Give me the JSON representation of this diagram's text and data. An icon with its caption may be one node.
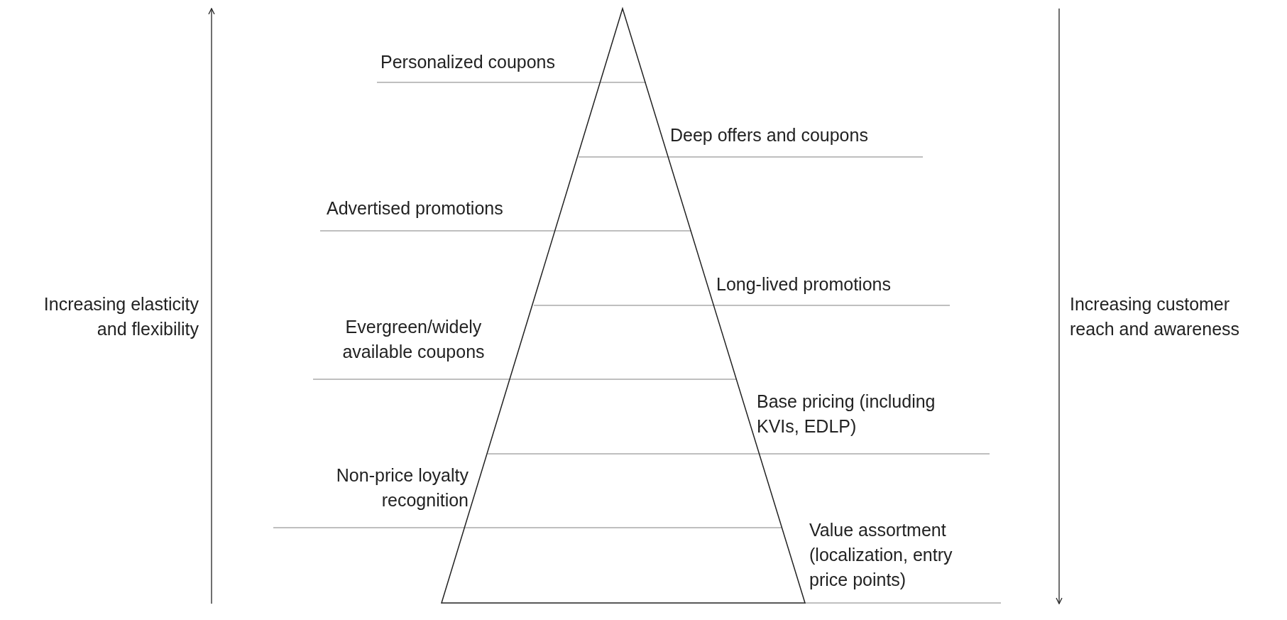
{
  "diagram": {
    "nodes": [
      {
        "text": [],
        "shape": "triangle"
      }
    ],
    "labels": [
      "Personalized coupons",
      "Deep offers and coupons",
      "Advertised promotions",
      "Long-lived promotions",
      "Evergreen/widely available coupons",
      "Base pricing (including KVIs, EDLP)",
      "Non-price loyalty recognition",
      "Value assortment (localization, entry price points)",
      "Increasing elasticity and flexibility",
      "Increasing customer reach and awareness"
    ]
  }
}
